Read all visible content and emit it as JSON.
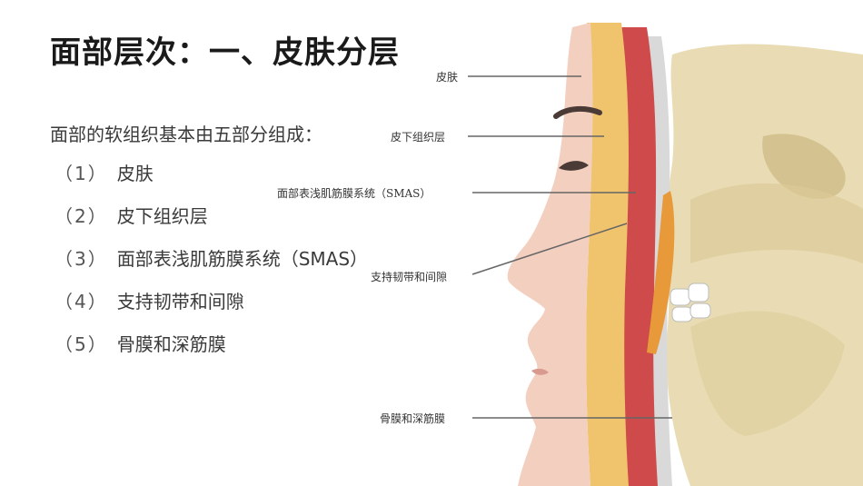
{
  "title": "面部层次：一、皮肤分层",
  "intro": "面部的软组织基本由五部分组成：",
  "layers": [
    {
      "num": "（1）",
      "label": "皮肤"
    },
    {
      "num": "（2）",
      "label": "皮下组织层"
    },
    {
      "num": "（3）",
      "label": "面部表浅肌筋膜系统（SMAS）"
    },
    {
      "num": "（4）",
      "label": "支持韧带和间隙"
    },
    {
      "num": "（5）",
      "label": "骨膜和深筋膜"
    }
  ],
  "callouts": {
    "skin": "皮肤",
    "subcutaneous": "皮下组织层",
    "smas": "面部表浅肌筋膜系统（SMAS）",
    "ligament": "支持韧带和间隙",
    "periosteum": "骨膜和深筋膜"
  },
  "colors": {
    "bone": "#e9dcb4",
    "skin": "#f3cfc0",
    "fat": "#f0c36d",
    "muscle": "#cf4a4a",
    "fascia": "#d9d9d9"
  }
}
